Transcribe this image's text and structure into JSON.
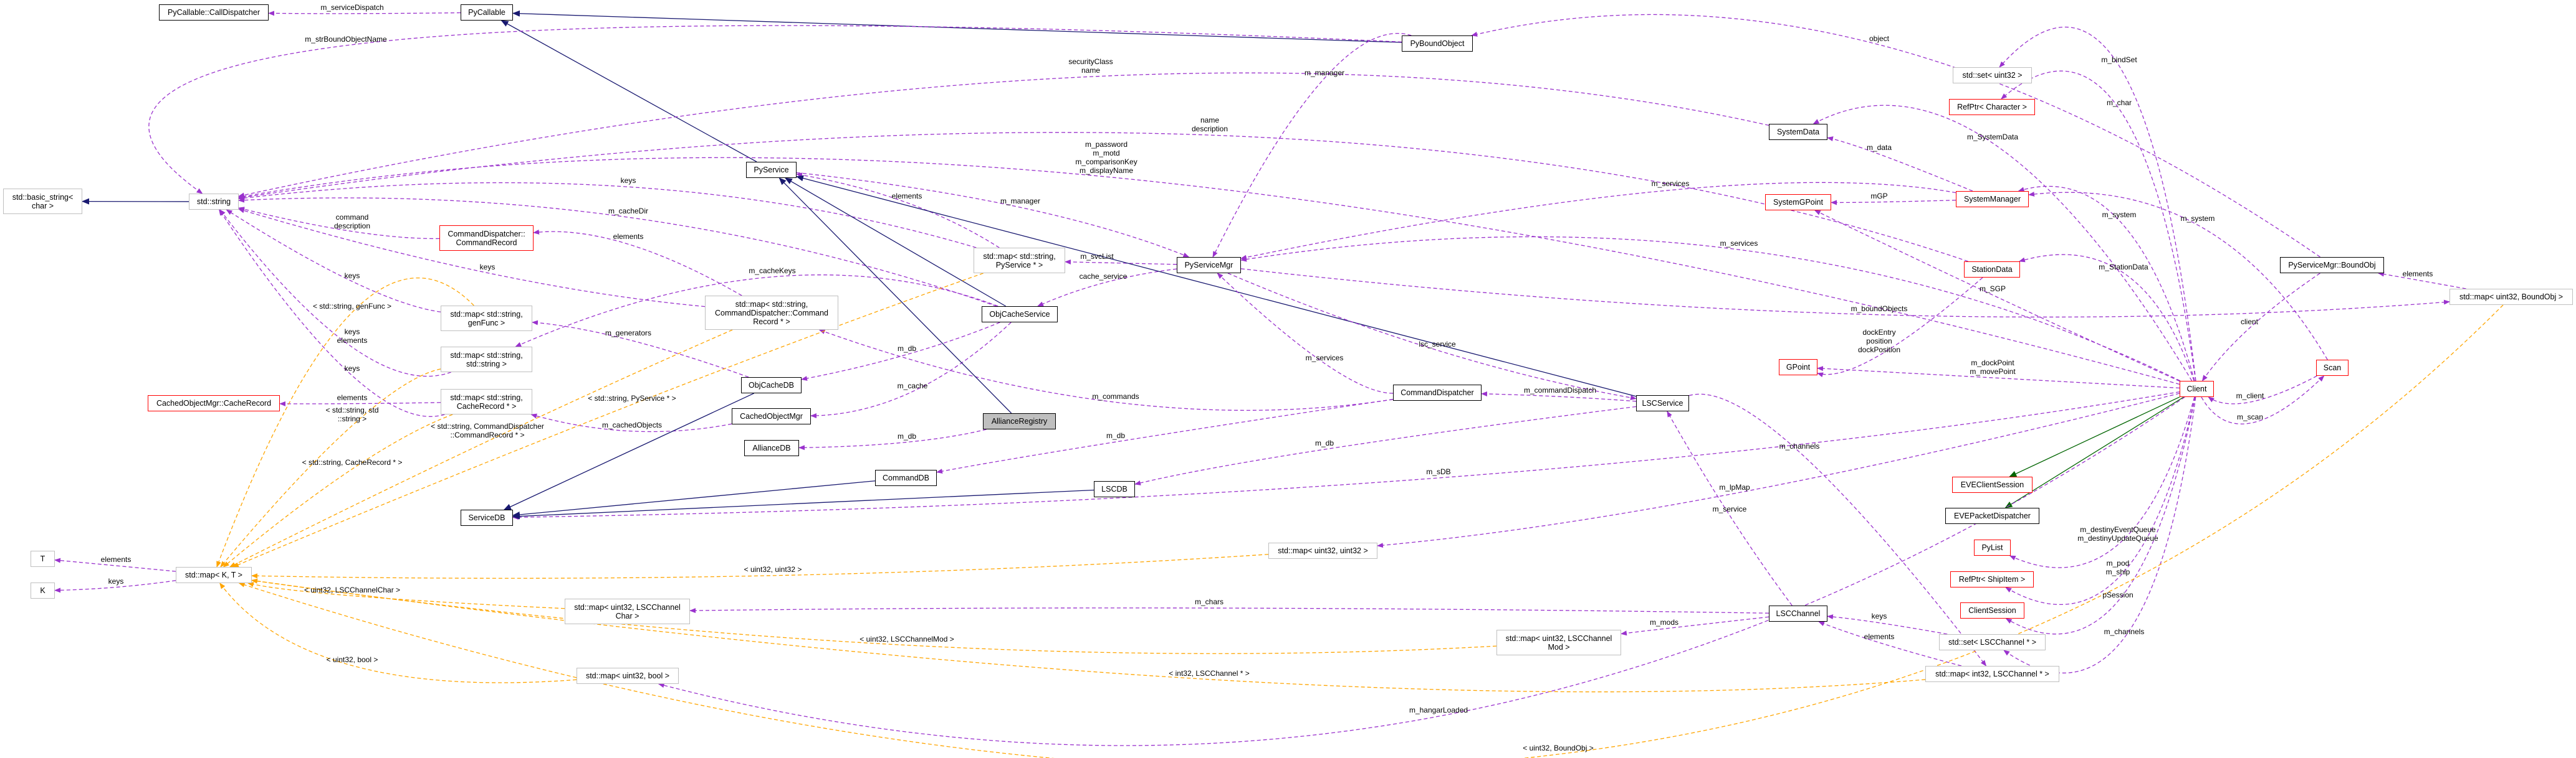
{
  "diagram": {
    "colors": {
      "usage": "#9a32cd",
      "template": "#ffa500",
      "inheritance": "#191970",
      "public_inheritance": "#006400",
      "highlight_fill": "#bfbfbf"
    },
    "nodes": {
      "callDispatcher": {
        "label": "PyCallable::CallDispatcher",
        "style": "black"
      },
      "pyCallable": {
        "label": "PyCallable",
        "style": "black"
      },
      "basicString": {
        "label": "std::basic_string<\nchar >",
        "style": "gray"
      },
      "stdString": {
        "label": "std::string",
        "style": "gray"
      },
      "cmdRecord": {
        "label": "CommandDispatcher::\nCommandRecord",
        "style": "red"
      },
      "mapGenFunc": {
        "label": "std::map< std::string,\ngenFunc >",
        "style": "gray"
      },
      "mapStrStr": {
        "label": "std::map< std::string,\nstd::string >",
        "style": "gray"
      },
      "cacheRecord": {
        "label": "CachedObjectMgr::CacheRecord",
        "style": "red"
      },
      "mapCacheRec": {
        "label": "std::map< std::string,\nCacheRecord * >",
        "style": "gray"
      },
      "serviceDB": {
        "label": "ServiceDB",
        "style": "black"
      },
      "T": {
        "label": "T",
        "style": "gray"
      },
      "K": {
        "label": "K",
        "style": "gray"
      },
      "mapKT": {
        "label": "std::map< K, T >",
        "style": "gray"
      },
      "pyService": {
        "label": "PyService",
        "style": "black"
      },
      "mapPySvc": {
        "label": "std::map< std::string,\nPyService * >",
        "style": "gray"
      },
      "mapCmdRec": {
        "label": "std::map< std::string,\nCommandDispatcher::Command\nRecord * >",
        "style": "gray"
      },
      "objCacheService": {
        "label": "ObjCacheService",
        "style": "black"
      },
      "objCacheDB": {
        "label": "ObjCacheDB",
        "style": "black"
      },
      "cachedObjMgr": {
        "label": "CachedObjectMgr",
        "style": "black"
      },
      "allianceDB": {
        "label": "AllianceDB",
        "style": "black"
      },
      "allianceRegistry": {
        "label": "AllianceRegistry",
        "style": "grayfill"
      },
      "commandDB": {
        "label": "CommandDB",
        "style": "black"
      },
      "lscDB": {
        "label": "LSCDB",
        "style": "black"
      },
      "mapLSCChar": {
        "label": "std::map< uint32, LSCChannel\nChar >",
        "style": "gray"
      },
      "mapBool": {
        "label": "std::map< uint32, bool >",
        "style": "gray"
      },
      "pyBoundObject": {
        "label": "PyBoundObject",
        "style": "black"
      },
      "pyServiceMgr": {
        "label": "PyServiceMgr",
        "style": "black"
      },
      "commandDispatcher": {
        "label": "CommandDispatcher",
        "style": "black"
      },
      "lscService": {
        "label": "LSCService",
        "style": "black"
      },
      "mapU32U32": {
        "label": "std::map< uint32, uint32 >",
        "style": "gray"
      },
      "mapLSCMod": {
        "label": "std::map< uint32, LSCChannel\nMod >",
        "style": "gray"
      },
      "setU32": {
        "label": "std::set< uint32 >",
        "style": "gray"
      },
      "refChar": {
        "label": "RefPtr< Character >",
        "style": "red"
      },
      "systemData": {
        "label": "SystemData",
        "style": "black"
      },
      "systemGPoint": {
        "label": "SystemGPoint",
        "style": "red"
      },
      "systemManager": {
        "label": "SystemManager",
        "style": "red"
      },
      "stationData": {
        "label": "StationData",
        "style": "red"
      },
      "gPoint": {
        "label": "GPoint",
        "style": "red"
      },
      "client": {
        "label": "Client",
        "style": "red"
      },
      "eveClientSession": {
        "label": "EVEClientSession",
        "style": "red"
      },
      "evePacketDispatcher": {
        "label": "EVEPacketDispatcher",
        "style": "black"
      },
      "pyList": {
        "label": "PyList",
        "style": "red"
      },
      "refShip": {
        "label": "RefPtr< ShipItem >",
        "style": "red"
      },
      "clientSession": {
        "label": "ClientSession",
        "style": "red"
      },
      "lscChannel": {
        "label": "LSCChannel",
        "style": "black"
      },
      "setLSC": {
        "label": "std::set< LSCChannel * >",
        "style": "gray"
      },
      "mapLSC": {
        "label": "std::map< int32, LSCChannel * >",
        "style": "gray"
      },
      "boundObj": {
        "label": "PyServiceMgr::BoundObj",
        "style": "black"
      },
      "mapBoundObj": {
        "label": "std::map< uint32, BoundObj >",
        "style": "gray"
      },
      "scan": {
        "label": "Scan",
        "style": "red"
      }
    },
    "edges": [
      {
        "from": "pyCallable",
        "to": "callDispatcher",
        "kind": "usage",
        "label": "m_serviceDispatch"
      },
      {
        "from": "pyBoundObject",
        "to": "pyCallable",
        "kind": "inheritance",
        "label": ""
      },
      {
        "from": "pyService",
        "to": "pyCallable",
        "kind": "inheritance",
        "label": ""
      },
      {
        "from": "pyBoundObject",
        "to": "stdString",
        "kind": "usage",
        "label": "m_strBoundObjectName"
      },
      {
        "from": "systemData",
        "to": "stdString",
        "kind": "usage",
        "label": "securityClass\nname"
      },
      {
        "from": "stationData",
        "to": "stdString",
        "kind": "usage",
        "label": "name\ndescription"
      },
      {
        "from": "client",
        "to": "stdString",
        "kind": "usage",
        "label": "m_password\nm_motd\nm_comparisonKey\nm_displayName"
      },
      {
        "from": "mapPySvc",
        "to": "stdString",
        "kind": "usage",
        "label": "keys"
      },
      {
        "from": "objCacheService",
        "to": "stdString",
        "kind": "usage",
        "label": "m_cacheDir"
      },
      {
        "from": "mapCmdRec",
        "to": "cmdRecord",
        "kind": "usage",
        "label": "elements"
      },
      {
        "from": "cmdRecord",
        "to": "stdString",
        "kind": "usage",
        "label": "command\ndescription"
      },
      {
        "from": "mapCmdRec",
        "to": "stdString",
        "kind": "usage",
        "label": "keys"
      },
      {
        "from": "mapGenFunc",
        "to": "stdString",
        "kind": "usage",
        "label": "keys"
      },
      {
        "from": "mapStrStr",
        "to": "stdString",
        "kind": "usage",
        "label": "keys\nelements"
      },
      {
        "from": "mapCacheRec",
        "to": "stdString",
        "kind": "usage",
        "label": "keys"
      },
      {
        "from": "mapCacheRec",
        "to": "cacheRecord",
        "kind": "usage",
        "label": "elements"
      },
      {
        "from": "objCacheService",
        "to": "mapStrStr",
        "kind": "usage",
        "label": "m_cacheKeys"
      },
      {
        "from": "objCacheDB",
        "to": "mapGenFunc",
        "kind": "usage",
        "label": "m_generators"
      },
      {
        "from": "cachedObjMgr",
        "to": "mapCacheRec",
        "kind": "usage",
        "label": "m_cachedObjects"
      },
      {
        "from": "mapPySvc",
        "to": "pyService",
        "kind": "usage",
        "label": "elements"
      },
      {
        "from": "pyService",
        "to": "pyServiceMgr",
        "kind": "usage",
        "label": "m_manager"
      },
      {
        "from": "pyServiceMgr",
        "to": "mapPySvc",
        "kind": "usage",
        "label": "m_svcList"
      },
      {
        "from": "pyServiceMgr",
        "to": "objCacheService",
        "kind": "usage",
        "label": "cache_service"
      },
      {
        "from": "objCacheService",
        "to": "objCacheDB",
        "kind": "usage",
        "label": "m_db"
      },
      {
        "from": "objCacheService",
        "to": "cachedObjMgr",
        "kind": "usage",
        "label": "m_cache"
      },
      {
        "from": "commandDispatcher",
        "to": "mapCmdRec",
        "kind": "usage",
        "label": "m_commands"
      },
      {
        "from": "allianceRegistry",
        "to": "allianceDB",
        "kind": "usage",
        "label": "m_db"
      },
      {
        "from": "commandDispatcher",
        "to": "commandDB",
        "kind": "usage",
        "label": "m_db"
      },
      {
        "from": "lscService",
        "to": "lscDB",
        "kind": "usage",
        "label": "m_db"
      },
      {
        "from": "client",
        "to": "serviceDB",
        "kind": "usage",
        "label": "m_sDB"
      },
      {
        "from": "objCacheService",
        "to": "pyService",
        "kind": "inheritance",
        "label": ""
      },
      {
        "from": "allianceRegistry",
        "to": "pyService",
        "kind": "inheritance",
        "label": ""
      },
      {
        "from": "lscService",
        "to": "pyService",
        "kind": "inheritance",
        "label": ""
      },
      {
        "from": "objCacheDB",
        "to": "serviceDB",
        "kind": "inheritance",
        "label": ""
      },
      {
        "from": "commandDB",
        "to": "serviceDB",
        "kind": "inheritance",
        "label": ""
      },
      {
        "from": "lscDB",
        "to": "serviceDB",
        "kind": "inheritance",
        "label": ""
      },
      {
        "from": "stdString",
        "to": "basicString",
        "kind": "inheritance",
        "label": ""
      },
      {
        "from": "pyBoundObject",
        "to": "pyServiceMgr",
        "kind": "usage",
        "label": "m_manager"
      },
      {
        "from": "commandDispatcher",
        "to": "pyServiceMgr",
        "kind": "usage",
        "label": "m_services"
      },
      {
        "from": "pyServiceMgr",
        "to": "lscService",
        "kind": "usage",
        "label": "lsc_service"
      },
      {
        "from": "lscService",
        "to": "commandDispatcher",
        "kind": "usage",
        "label": "m_commandDispatch"
      },
      {
        "from": "systemManager",
        "to": "pyServiceMgr",
        "kind": "usage",
        "label": "m_services"
      },
      {
        "from": "client",
        "to": "pyServiceMgr",
        "kind": "usage",
        "label": "m_services"
      },
      {
        "from": "boundObj",
        "to": "pyBoundObject",
        "kind": "usage",
        "label": "object"
      },
      {
        "from": "client",
        "to": "setU32",
        "kind": "usage",
        "label": "m_bindSet"
      },
      {
        "from": "client",
        "to": "refChar",
        "kind": "usage",
        "label": "m_char"
      },
      {
        "from": "client",
        "to": "systemData",
        "kind": "usage",
        "label": "m_SystemData"
      },
      {
        "from": "systemManager",
        "to": "systemData",
        "kind": "usage",
        "label": "m_data"
      },
      {
        "from": "systemManager",
        "to": "systemGPoint",
        "kind": "usage",
        "label": "mGP"
      },
      {
        "from": "client",
        "to": "systemManager",
        "kind": "usage",
        "label": "m_system"
      },
      {
        "from": "scan",
        "to": "systemManager",
        "kind": "usage",
        "label": "m_system"
      },
      {
        "from": "client",
        "to": "systemGPoint",
        "kind": "usage",
        "label": "m_SGP"
      },
      {
        "from": "client",
        "to": "stationData",
        "kind": "usage",
        "label": "m_StationData"
      },
      {
        "from": "pyServiceMgr",
        "to": "mapBoundObj",
        "kind": "usage",
        "label": "m_boundObjects"
      },
      {
        "from": "stationData",
        "to": "gPoint",
        "kind": "usage",
        "label": "dockEntry\nposition\ndockPosition"
      },
      {
        "from": "client",
        "to": "gPoint",
        "kind": "usage",
        "label": "m_dockPoint\nm_movePoint"
      },
      {
        "from": "boundObj",
        "to": "client",
        "kind": "usage",
        "label": "client"
      },
      {
        "from": "scan",
        "to": "client",
        "kind": "usage",
        "label": "m_client"
      },
      {
        "from": "client",
        "to": "scan",
        "kind": "usage",
        "label": "m_scan"
      },
      {
        "from": "mapBoundObj",
        "to": "boundObj",
        "kind": "usage",
        "label": "elements"
      },
      {
        "from": "client",
        "to": "eveClientSession",
        "kind": "public_inheritance",
        "label": ""
      },
      {
        "from": "client",
        "to": "evePacketDispatcher",
        "kind": "public_inheritance",
        "label": ""
      },
      {
        "from": "lscService",
        "to": "mapLSC",
        "kind": "usage",
        "label": "m_channels"
      },
      {
        "from": "client",
        "to": "mapU32U32",
        "kind": "usage",
        "label": "m_lpMap"
      },
      {
        "from": "lscChannel",
        "to": "lscService",
        "kind": "usage",
        "label": "m_service"
      },
      {
        "from": "client",
        "to": "pyList",
        "kind": "usage",
        "label": "m_destinyEventQueue\nm_destinyUpdateQueue"
      },
      {
        "from": "client",
        "to": "refShip",
        "kind": "usage",
        "label": "m_pod\nm_ship"
      },
      {
        "from": "client",
        "to": "clientSession",
        "kind": "usage",
        "label": "pSession"
      },
      {
        "from": "client",
        "to": "setLSC",
        "kind": "usage",
        "label": "m_channels"
      },
      {
        "from": "setLSC",
        "to": "lscChannel",
        "kind": "usage",
        "label": "keys"
      },
      {
        "from": "mapLSC",
        "to": "lscChannel",
        "kind": "usage",
        "label": "elements"
      },
      {
        "from": "lscChannel",
        "to": "mapLSCChar",
        "kind": "usage",
        "label": "m_chars"
      },
      {
        "from": "lscChannel",
        "to": "mapLSCMod",
        "kind": "usage",
        "label": "m_mods"
      },
      {
        "from": "client",
        "to": "mapBool",
        "kind": "usage",
        "label": "m_hangarLoaded"
      },
      {
        "from": "mapKT",
        "to": "T",
        "kind": "usage",
        "label": "elements"
      },
      {
        "from": "mapKT",
        "to": "K",
        "kind": "usage",
        "label": "keys"
      },
      {
        "from": "mapGenFunc",
        "to": "mapKT",
        "kind": "template",
        "label": "< std::string, genFunc >"
      },
      {
        "from": "mapStrStr",
        "to": "mapKT",
        "kind": "template",
        "label": "< std::string, std\n::string >"
      },
      {
        "from": "mapCacheRec",
        "to": "mapKT",
        "kind": "template",
        "label": "< std::string, CacheRecord * >"
      },
      {
        "from": "mapCmdRec",
        "to": "mapKT",
        "kind": "template",
        "label": "< std::string, CommandDispatcher\n::CommandRecord * >"
      },
      {
        "from": "mapPySvc",
        "to": "mapKT",
        "kind": "template",
        "label": "< std::string, PyService * >"
      },
      {
        "from": "mapU32U32",
        "to": "mapKT",
        "kind": "template",
        "label": "< uint32, uint32 >"
      },
      {
        "from": "mapLSCChar",
        "to": "mapKT",
        "kind": "template",
        "label": "< uint32, LSCChannelChar >"
      },
      {
        "from": "mapLSCMod",
        "to": "mapKT",
        "kind": "template",
        "label": "< uint32, LSCChannelMod >"
      },
      {
        "from": "mapBool",
        "to": "mapKT",
        "kind": "template",
        "label": "< uint32, bool >"
      },
      {
        "from": "mapLSC",
        "to": "mapKT",
        "kind": "template",
        "label": "< int32, LSCChannel * >"
      },
      {
        "from": "mapBoundObj",
        "to": "mapKT",
        "kind": "template",
        "label": "< uint32, BoundObj >"
      }
    ]
  }
}
